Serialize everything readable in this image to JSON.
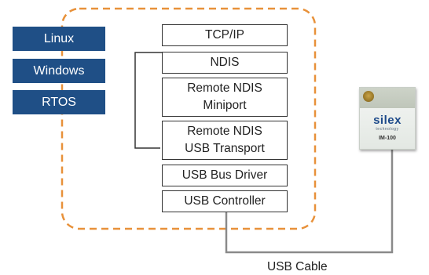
{
  "colors": {
    "os_badge": "#1f4f86",
    "boundary": "#e8913a",
    "line": "#333333",
    "cable": "#8a8a8a",
    "module_brand": "#1d4a8a"
  },
  "os_list": [
    "Linux",
    "Windows",
    "RTOS"
  ],
  "stack": {
    "tcpip": "TCP/IP",
    "ndis": "NDIS",
    "rndis_miniport": [
      "Remote NDIS",
      "Miniport"
    ],
    "rndis_usb": [
      "Remote NDIS",
      "USB Transport"
    ],
    "usb_bus": "USB Bus Driver",
    "usb_controller": "USB Controller"
  },
  "module": {
    "brand": "silex",
    "sub": "technology",
    "model": "IM-100",
    "icon": "wireless-module-icon"
  },
  "cable_label": "USB Cable"
}
